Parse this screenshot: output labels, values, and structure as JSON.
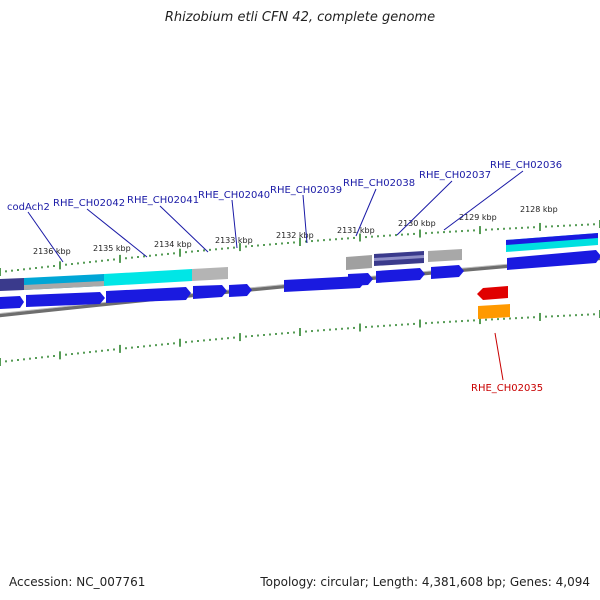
{
  "title": "Rhizobium etli CFN 42, complete genome",
  "footer": {
    "accession": "Accession: NC_007761",
    "summary": "Topology: circular; Length: 4,381,608 bp; Genes: 4,094"
  },
  "colors": {
    "label_blue": "#1a1aa6",
    "label_red": "#c80000",
    "tick_green": "#1e7a1e",
    "backbone": "#777777",
    "gene_blue": "#1a1ae0",
    "gene_cyan": "#00e0e0",
    "gene_gray": "#b0b0b0",
    "gene_navy": "#3a3a8c",
    "gene_red": "#e00000",
    "gene_orange": "#ff9900"
  },
  "tick_labels": [
    "2136 kbp",
    "2135 kbp",
    "2134 kbp",
    "2133 kbp",
    "2132 kbp",
    "2131 kbp",
    "2130 kbp",
    "2129 kbp",
    "2128 kbp"
  ],
  "gene_labels": [
    {
      "text": "codAch2",
      "color": "blue"
    },
    {
      "text": "RHE_CH02042",
      "color": "blue"
    },
    {
      "text": "RHE_CH02041",
      "color": "blue"
    },
    {
      "text": "RHE_CH02040",
      "color": "blue"
    },
    {
      "text": "RHE_CH02039",
      "color": "blue"
    },
    {
      "text": "RHE_CH02038",
      "color": "blue"
    },
    {
      "text": "RHE_CH02037",
      "color": "blue"
    },
    {
      "text": "RHE_CH02036",
      "color": "blue"
    },
    {
      "text": "RHE_CH02035",
      "color": "red"
    }
  ]
}
